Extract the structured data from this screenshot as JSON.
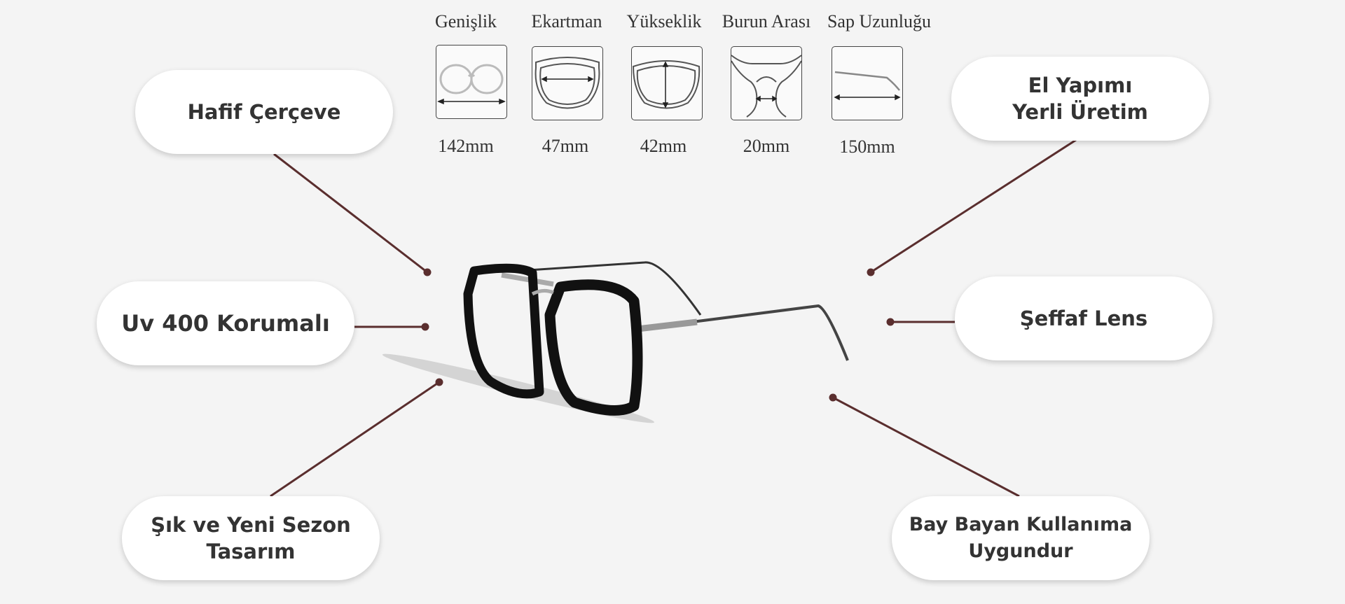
{
  "measurements": [
    {
      "label": "Genişlik",
      "value": "142mm",
      "icon": "frame-width-icon"
    },
    {
      "label": "Ekartman",
      "value": "47mm",
      "icon": "lens-width-icon"
    },
    {
      "label": "Yükseklik",
      "value": "42mm",
      "icon": "lens-height-icon"
    },
    {
      "label": "Burun Arası",
      "value": "20mm",
      "icon": "bridge-width-icon"
    },
    {
      "label": "Sap Uzunluğu",
      "value": "150mm",
      "icon": "temple-length-icon"
    }
  ],
  "features": {
    "left": [
      {
        "lines": [
          "Hafif Çerçeve"
        ]
      },
      {
        "lines": [
          "Uv 400 Korumalı"
        ]
      },
      {
        "lines": [
          "Şık ve Yeni Sezon",
          "Tasarım"
        ]
      }
    ],
    "right": [
      {
        "lines": [
          "El Yapımı",
          "Yerli Üretim"
        ]
      },
      {
        "lines": [
          "Şeffaf Lens"
        ]
      },
      {
        "lines": [
          "Bay Bayan Kullanıma",
          "Uygundur"
        ]
      }
    ]
  },
  "colors": {
    "connector": "#5a2e2e",
    "background": "#f4f4f4"
  }
}
